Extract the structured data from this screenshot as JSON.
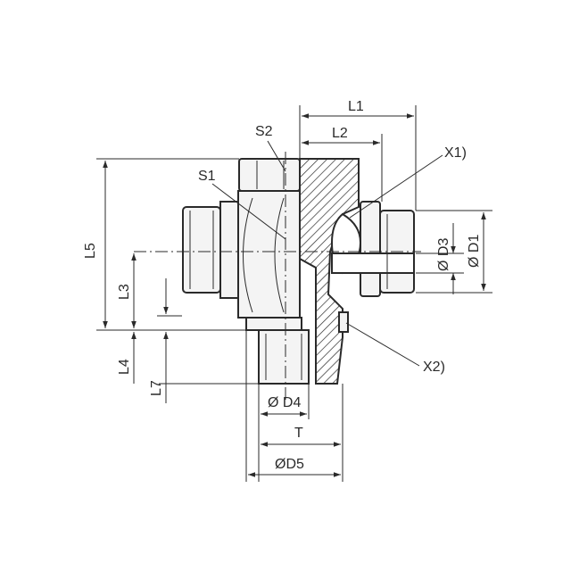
{
  "labels": {
    "L1": "L1",
    "L2": "L2",
    "S2": "S2",
    "S1": "S1",
    "X1": "X1)",
    "X2": "X2)",
    "L5": "L5",
    "L3": "L3",
    "L4": "L4",
    "L7": "L7",
    "D3": "Ø D3",
    "D1": "Ø D1",
    "D4": "Ø D4",
    "T": "T",
    "D5": "ØD5"
  },
  "colors": {
    "line": "#2a2a2a",
    "hatch": "#2a2a2a",
    "fill": "#f4f4f4",
    "background": "#ffffff"
  }
}
